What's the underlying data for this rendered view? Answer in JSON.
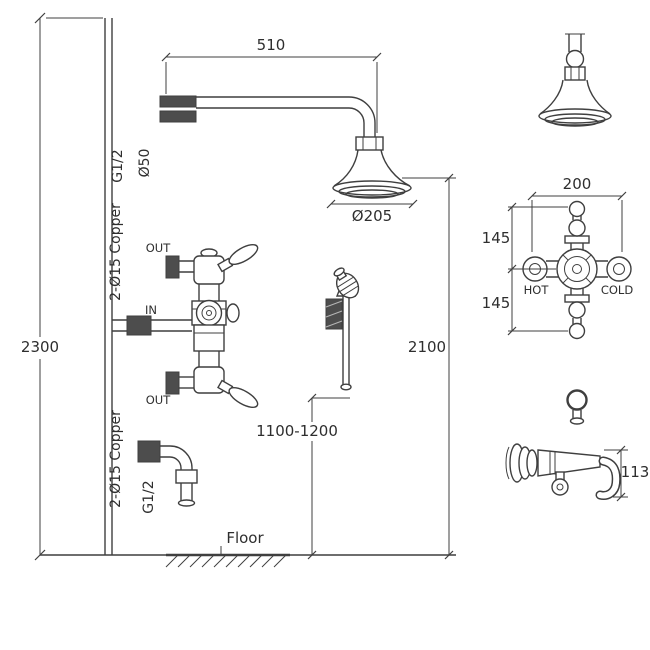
{
  "colors": {
    "line": "#3f3f3f",
    "dark_fill": "#4d4d4d",
    "background": "#ffffff"
  },
  "main_view": {
    "dim_arm_projection": "510",
    "label_thread_top": "G1/2",
    "dim_wall_flange": "Ø50",
    "dim_head_diameter": "Ø205",
    "dim_overall_height": "2300",
    "label_copper_top": "2-Ø15 Copper",
    "label_out_top": "OUT",
    "label_in": "IN",
    "label_out_bottom": "OUT",
    "dim_head_height": "2100",
    "dim_valve_height": "1100-1200",
    "label_copper_bottom": "2-Ø15 Copper",
    "label_thread_bottom": "G1/2",
    "label_floor": "Floor"
  },
  "valve_detail": {
    "dim_centres": "200",
    "dim_upper": "145",
    "dim_lower": "145",
    "label_hot": "HOT",
    "label_cold": "COLD"
  },
  "handset_detail": {
    "dim_height": "113"
  }
}
